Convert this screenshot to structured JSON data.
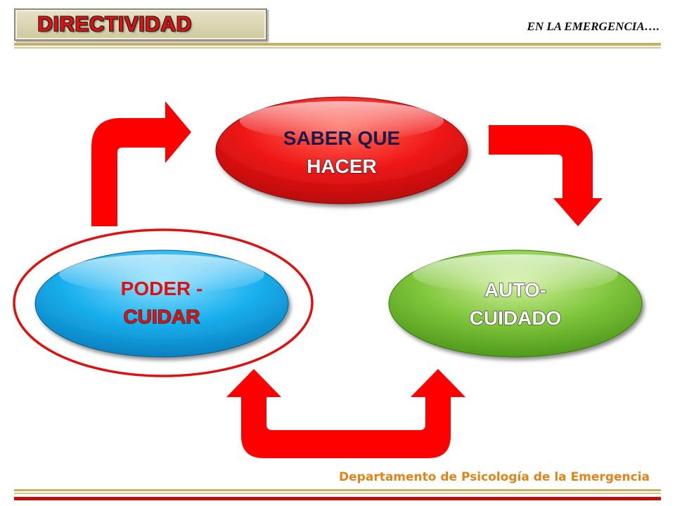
{
  "header": {
    "title": "DIRECTIVIDAD",
    "subtitle": "EN LA EMERGENCIA…."
  },
  "nodes": {
    "top": {
      "line1": "SABER QUE",
      "line2": "HACER"
    },
    "left": {
      "line1": "PODER -",
      "line2": "CUIDAR"
    },
    "right": {
      "line1": "AUTO-",
      "line2": "CUIDADO"
    }
  },
  "footer": {
    "text": "Departamento de Psicología de la Emergencia"
  },
  "colors": {
    "arrow": "#ff0000",
    "top_node": "#e8141c",
    "left_node": "#16a8e6",
    "right_node": "#7ec33b",
    "highlight_ring": "#e01010",
    "gold_rule": "#c8b060",
    "footer_text": "#e0841a"
  }
}
